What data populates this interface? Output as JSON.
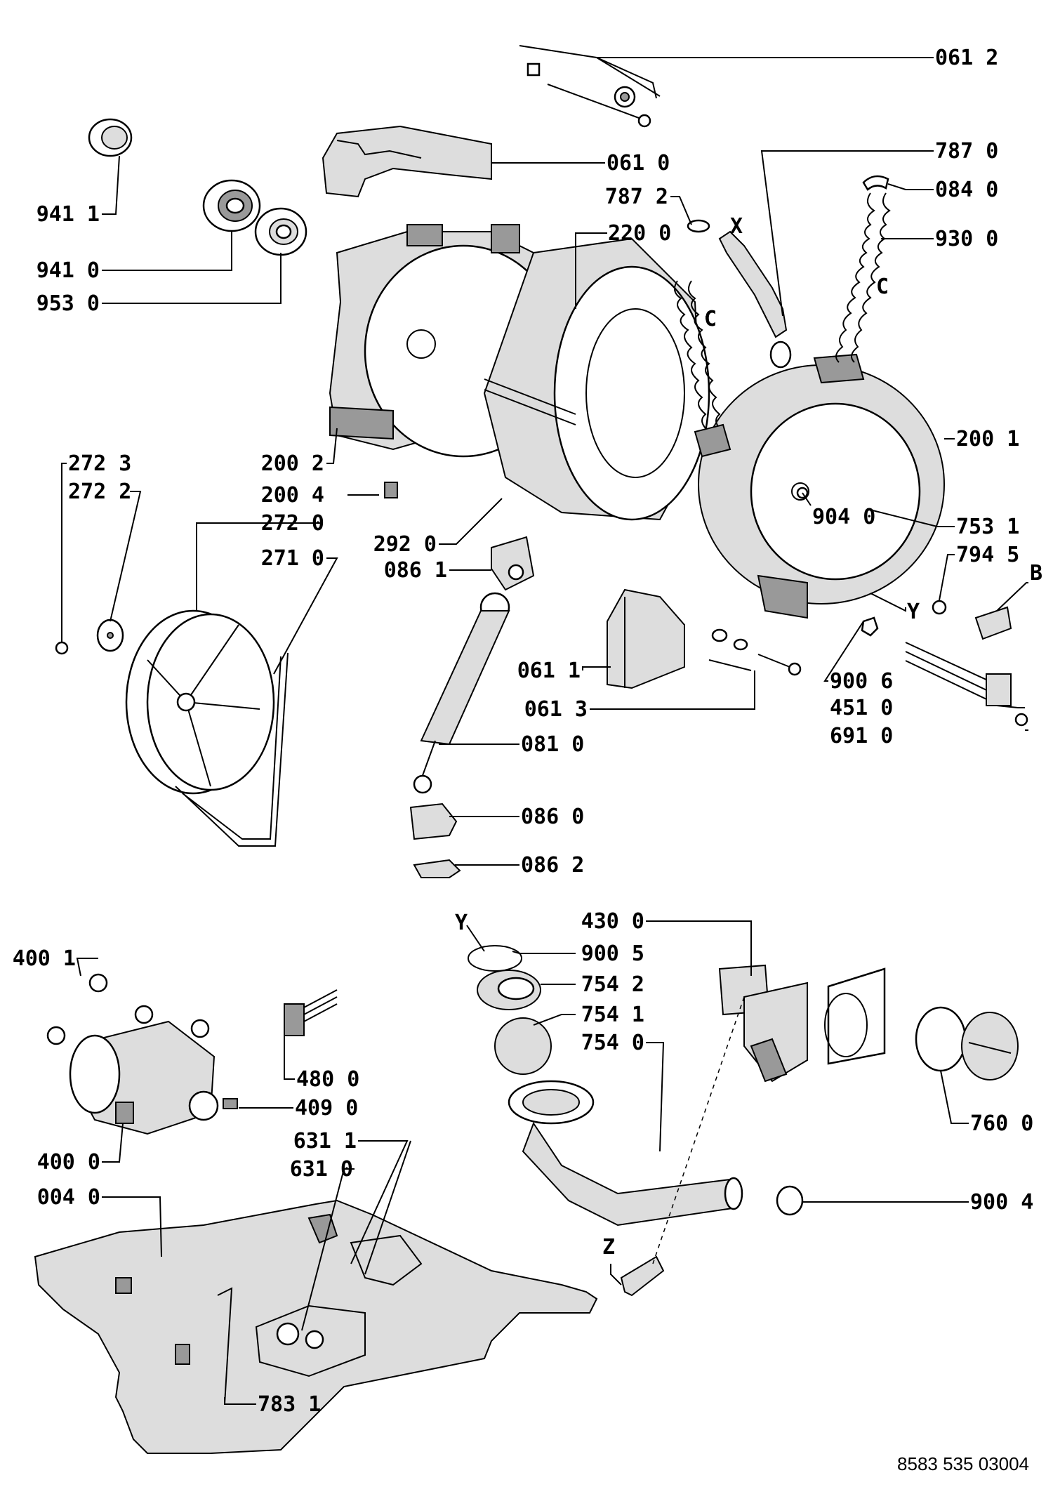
{
  "labels": {
    "p0612": "061 2",
    "p0610": "061 0",
    "p7870": "787 0",
    "p7872": "787 2",
    "x": "X",
    "p0840": "084 0",
    "p2200": "220 0",
    "p9300": "930 0",
    "c1": "C",
    "c2": "C",
    "p9411": "941 1",
    "p9410": "941 0",
    "p9530": "953 0",
    "p2002": "200 2",
    "p2001": "200 1",
    "p2723": "272 3",
    "p2722": "272 2",
    "p2004": "200 4",
    "p9040": "904 0",
    "p7531": "753 1",
    "p2720": "272 0",
    "p2920": "292 0",
    "p7945": "794 5",
    "b": "B",
    "p2710": "271 0",
    "p0861": "086 1",
    "y1": "Y",
    "p0611": "061 1",
    "p9006": "900 6",
    "p0613": "061 3",
    "p4510": "451 0",
    "p6910": "691 0",
    "p0810": "081 0",
    "p0860": "086 0",
    "p0862": "086 2",
    "p4300": "430 0",
    "y2": "Y",
    "p9005": "900 5",
    "p4001": "400 1",
    "p7542": "754 2",
    "p7541": "754 1",
    "p7540": "754 0",
    "p4800": "480 0",
    "p4090": "409 0",
    "p7600": "760 0",
    "p4000": "400 0",
    "p6311": "631 1",
    "p6310": "631 0",
    "p0040": "004 0",
    "p9004": "900 4",
    "z": "Z",
    "p7831": "783 1"
  },
  "document_number": "8583 535 03004"
}
